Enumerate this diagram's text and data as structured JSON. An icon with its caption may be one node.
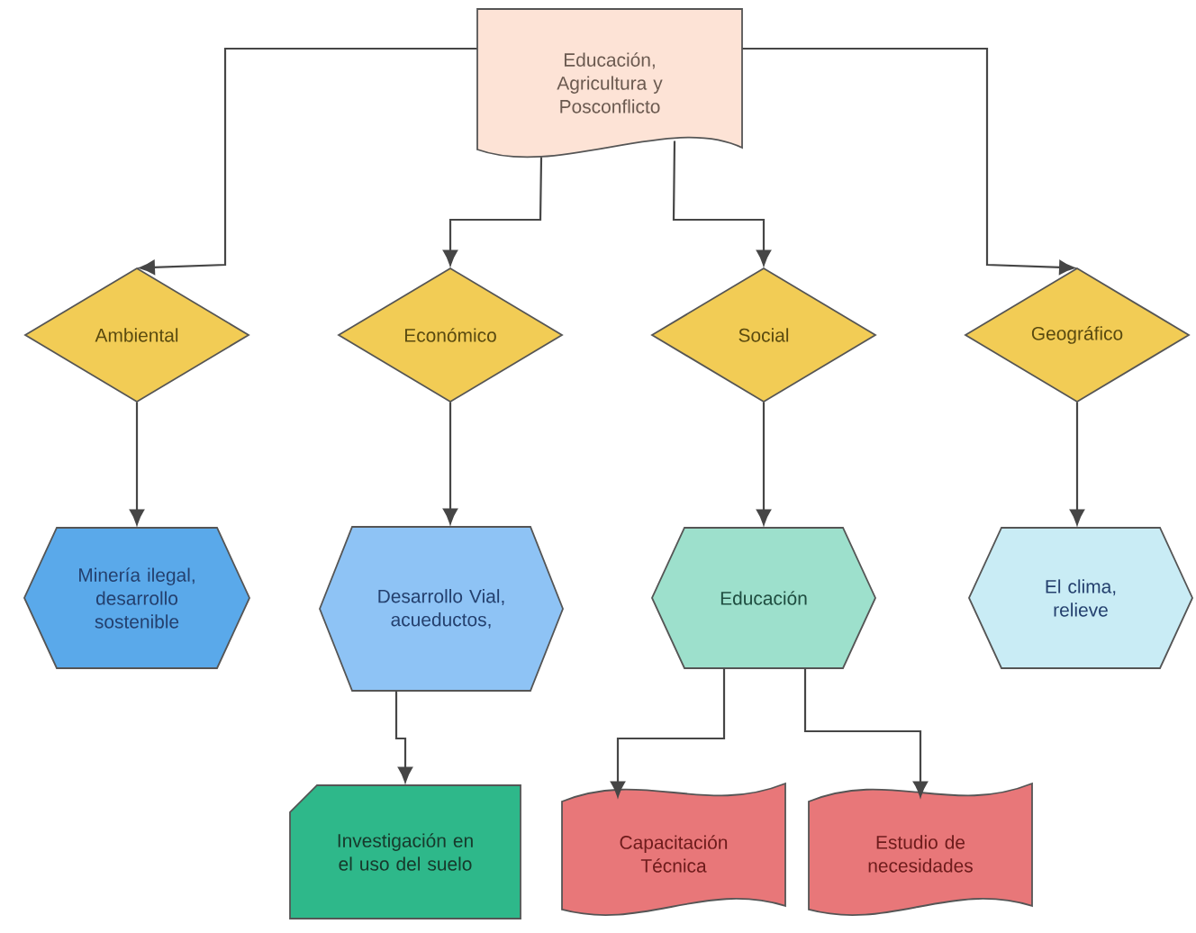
{
  "diagram": {
    "nodes": [
      {
        "text": [
          "Educación, Agricultura y Posconflicto"
        ]
      },
      {
        "text": [
          "Ambiental"
        ]
      },
      {
        "text": [
          "Económico"
        ]
      },
      {
        "text": [
          "Social"
        ]
      },
      {
        "text": [
          "Geográfico"
        ]
      },
      {
        "text": [
          "Minería ilegal, desarrollo sostenible"
        ]
      },
      {
        "text": [
          "Desarrollo Vial, acueductos,"
        ]
      },
      {
        "text": [
          "Educación"
        ]
      },
      {
        "text": [
          "El clima, relieve"
        ]
      },
      {
        "text": [
          "Investigación en el uso del suelo"
        ]
      },
      {
        "text": [
          "Capacitación Técnica"
        ]
      },
      {
        "text": [
          "Estudio de necesidades"
        ]
      }
    ],
    "edges": [
      {
        "from": 0,
        "to": 1,
        "arrow": "to"
      },
      {
        "from": 0,
        "to": 2,
        "arrow": "to"
      },
      {
        "from": 0,
        "to": 3,
        "arrow": "to"
      },
      {
        "from": 0,
        "to": 4,
        "arrow": "to"
      },
      {
        "from": 1,
        "to": 5,
        "arrow": "to"
      },
      {
        "from": 2,
        "to": 6,
        "arrow": "to"
      },
      {
        "from": 3,
        "to": 7,
        "arrow": "to"
      },
      {
        "from": 4,
        "to": 8,
        "arrow": "to"
      },
      {
        "from": 6,
        "to": 9,
        "arrow": "to"
      },
      {
        "from": 7,
        "to": 10,
        "arrow": "to"
      },
      {
        "from": 7,
        "to": 11,
        "arrow": "to"
      }
    ]
  }
}
